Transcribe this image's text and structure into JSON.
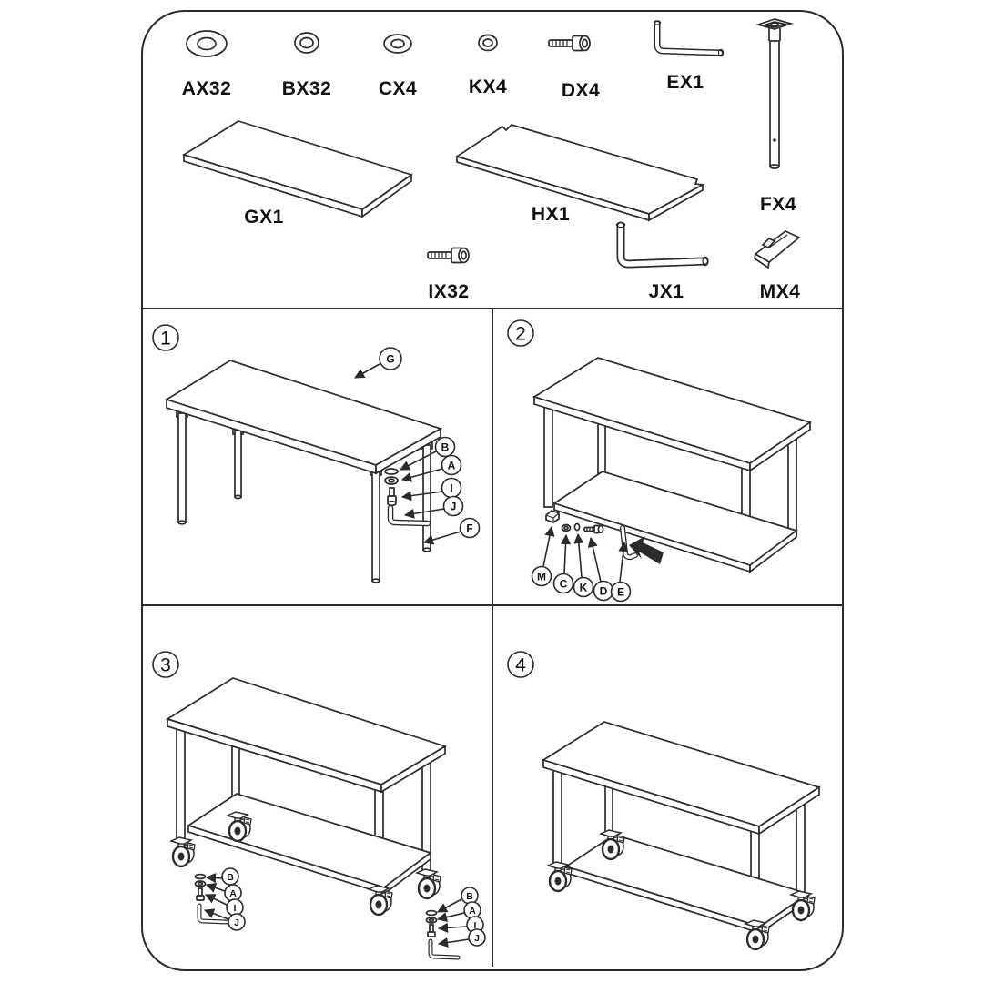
{
  "sheet": {
    "background": "#ffffff",
    "line_color": "#2b2b2b",
    "label_color": "#111111"
  },
  "parts_legend": {
    "items": [
      {
        "code": "AX32",
        "part": "flat-washer-large"
      },
      {
        "code": "BX32",
        "part": "spring-washer"
      },
      {
        "code": "CX4",
        "part": "flat-washer-small"
      },
      {
        "code": "KX4",
        "part": "spring-washer-small"
      },
      {
        "code": "DX4",
        "part": "hex-socket-bolt"
      },
      {
        "code": "EX1",
        "part": "allen-key"
      },
      {
        "code": "FX4",
        "part": "table-leg"
      },
      {
        "code": "GX1",
        "part": "table-top-panel"
      },
      {
        "code": "HX1",
        "part": "shelf-panel"
      },
      {
        "code": "IX32",
        "part": "hex-socket-bolt"
      },
      {
        "code": "JX1",
        "part": "l-shaped-support-bar"
      },
      {
        "code": "MX4",
        "part": "corner-bracket"
      }
    ]
  },
  "steps": [
    {
      "number": "1",
      "callouts": [
        "G",
        "B",
        "A",
        "I",
        "J",
        "F"
      ]
    },
    {
      "number": "2",
      "callouts": [
        "M",
        "C",
        "K",
        "D",
        "E"
      ]
    },
    {
      "number": "3",
      "callouts_left": [
        "B",
        "A",
        "I",
        "J"
      ],
      "callouts_right": [
        "B",
        "A",
        "I",
        "J"
      ]
    },
    {
      "number": "4"
    }
  ]
}
